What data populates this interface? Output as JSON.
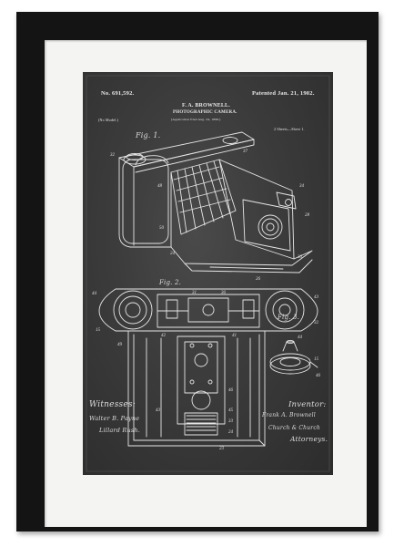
{
  "patent": {
    "number": "No. 691,592.",
    "inventor": "F. A. BROWNELL.",
    "title": "PHOTOGRAPHIC CAMERA.",
    "application": "(Application filed Aug. 24, 1899.)",
    "date": "Patented Jan. 21, 1902.",
    "model": "(No Model.)",
    "sheets": "2 Sheets—Sheet 1.",
    "fig1": "Fig. 1.",
    "fig2": "Fig. 2.",
    "fig3": "Fig. 3.",
    "witnesses_label": "Witnesses:",
    "witness1": "Walter B. Payne",
    "witness2": "Lillard Rush.",
    "inventor_label": "Inventor:",
    "inventor_sig": "Frank A. Brownell",
    "attorney_sig": "Church & Church",
    "attorney_label": "Attorneys."
  },
  "colors": {
    "frame": "#141414",
    "mat": "#f4f4f2",
    "chalkboard": "#3b3b3b",
    "ink": "#e8e8e8"
  }
}
